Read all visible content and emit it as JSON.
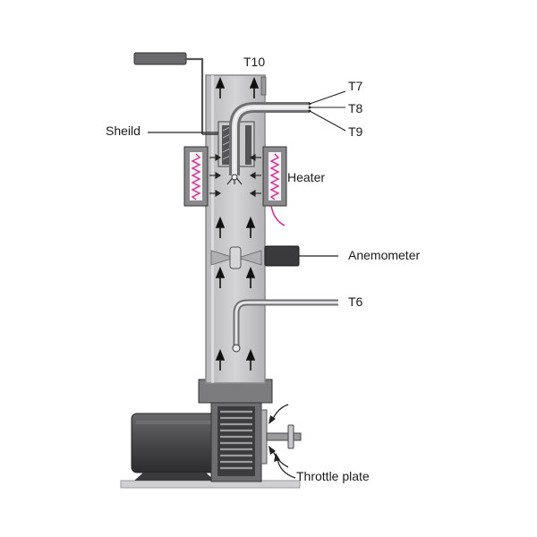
{
  "labels": {
    "t10": "T10",
    "t7": "T7",
    "t8": "T8",
    "t9": "T9",
    "shield": "Sheild",
    "heater": "Heater",
    "anemometer": "Anemometer",
    "t6": "T6",
    "throttle_plate": "Throttle plate"
  },
  "colors": {
    "tube": "#c8c8ca",
    "tube_edge": "#8a8a8c",
    "metal_dark": "#555558",
    "heater_wire": "#e0208a",
    "line": "#222222"
  },
  "icons": [
    "flow-arrow-icon",
    "fan-icon",
    "motor-icon",
    "thermocouple-probe-icon",
    "heater-coil-icon",
    "valve-handle-icon"
  ]
}
